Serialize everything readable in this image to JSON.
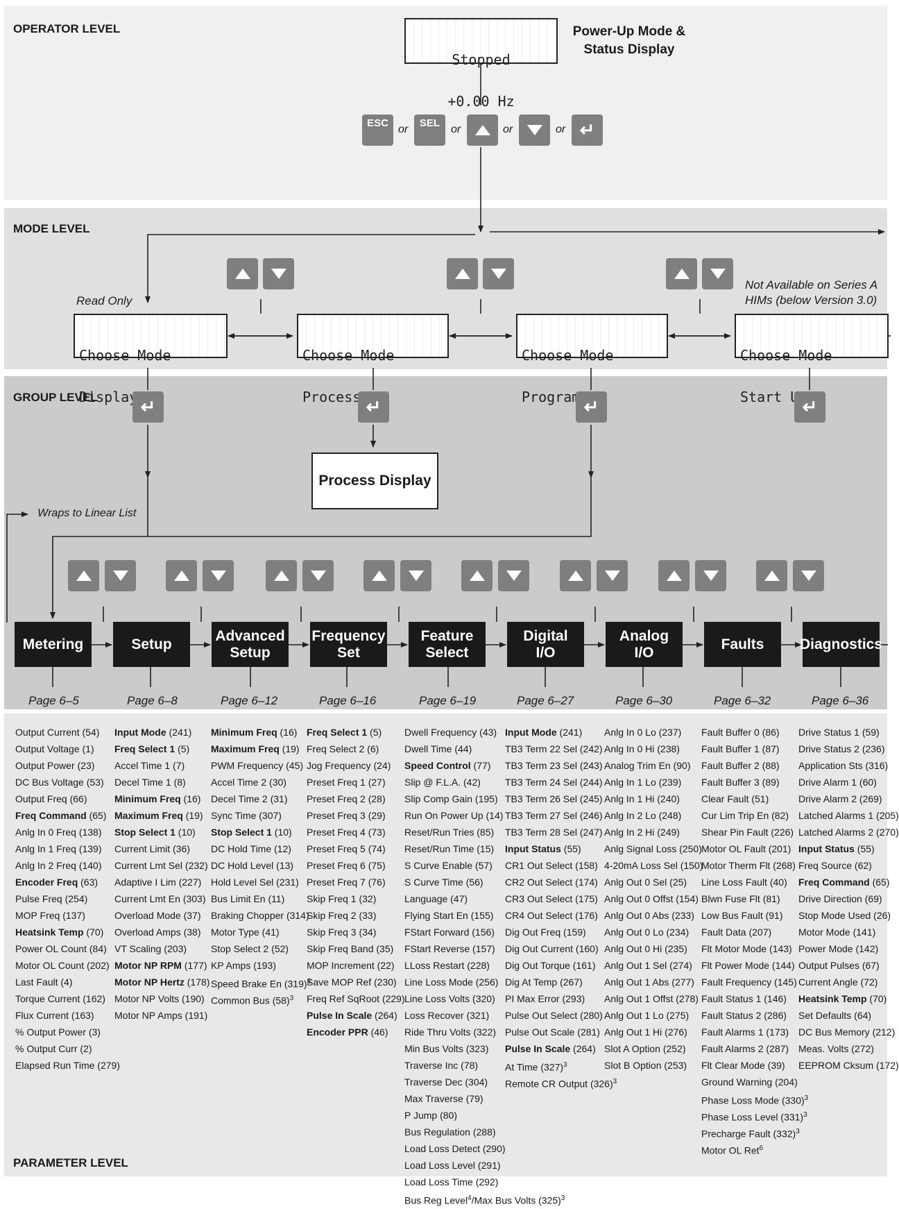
{
  "levels": {
    "operator": "OPERATOR LEVEL",
    "mode": "MODE LEVEL",
    "group": "GROUP LEVEL",
    "parameter": "PARAMETER LEVEL"
  },
  "status_display": {
    "line1": "Stopped",
    "line2": "+0.00 Hz",
    "caption_line1": "Power-Up Mode &",
    "caption_line2": "Status Display"
  },
  "keys": {
    "esc": "ESC",
    "sel": "SEL",
    "or": "or",
    "enter": "↵"
  },
  "modes": [
    {
      "line1": "Choose Mode",
      "line2": "Display"
    },
    {
      "line1": "Choose Mode",
      "line2": "Process"
    },
    {
      "line1": "Choose Mode",
      "line2": "Program"
    },
    {
      "line1": "Choose Mode",
      "line2": "Start Up"
    }
  ],
  "annotations": {
    "read_only": "Read Only",
    "series_a_line1": "Not Available on Series A",
    "series_a_line2": "HIMs (below Version 3.0)",
    "wraps": "Wraps to Linear List",
    "process_display": "Process Display"
  },
  "groups": [
    {
      "name": "Metering",
      "page": "Page 6–5"
    },
    {
      "name": "Setup",
      "page": "Page 6–8"
    },
    {
      "name": "Advanced Setup",
      "page": "Page 6–12"
    },
    {
      "name": "Frequency Set",
      "page": "Page 6–16"
    },
    {
      "name": "Feature Select",
      "page": "Page 6–19"
    },
    {
      "name": "Digital I/O",
      "page": "Page 6–27"
    },
    {
      "name": "Analog I/O",
      "page": "Page 6–30"
    },
    {
      "name": "Faults",
      "page": "Page 6–32"
    },
    {
      "name": "Diagnostics",
      "page": "Page 6–36"
    }
  ],
  "parameters": [
    [
      {
        "t": "Output Current (54)"
      },
      {
        "t": "Output Voltage (1)"
      },
      {
        "t": "Output Power (23)"
      },
      {
        "t": "DC Bus Voltage (53)"
      },
      {
        "t": "Output Freq (66)"
      },
      {
        "t": "Freq Command",
        "n": "(65)",
        "b": true
      },
      {
        "t": "Anlg In 0 Freq (138)"
      },
      {
        "t": "Anlg In 1 Freq (139)"
      },
      {
        "t": "Anlg In 2 Freq (140)"
      },
      {
        "t": "Encoder Freq",
        "n": "(63)",
        "b": true
      },
      {
        "t": "Pulse Freq (254)"
      },
      {
        "t": "MOP Freq (137)"
      },
      {
        "t": "Heatsink Temp",
        "n": "(70)",
        "b": true
      },
      {
        "t": "Power OL Count (84)"
      },
      {
        "t": "Motor OL Count (202)"
      },
      {
        "t": "Last Fault (4)"
      },
      {
        "t": "Torque Current (162)"
      },
      {
        "t": "Flux Current (163)"
      },
      {
        "t": "% Output Power (3)"
      },
      {
        "t": "% Output Curr (2)"
      },
      {
        "t": "Elapsed Run Time (279)"
      }
    ],
    [
      {
        "t": "Input Mode",
        "n": "(241)",
        "b": true
      },
      {
        "t": "Freq Select 1",
        "n": "(5)",
        "b": true
      },
      {
        "t": "Accel Time 1 (7)"
      },
      {
        "t": "Decel Time 1 (8)"
      },
      {
        "t": "Minimum Freq",
        "n": "(16)",
        "b": true
      },
      {
        "t": "Maximum Freq",
        "n": "(19)",
        "b": true
      },
      {
        "t": "Stop Select 1",
        "n": "(10)",
        "b": true
      },
      {
        "t": "Current Limit (36)"
      },
      {
        "t": "Current Lmt Sel (232)"
      },
      {
        "t": "Adaptive I Lim (227)"
      },
      {
        "t": "Current Lmt En (303)"
      },
      {
        "t": "Overload Mode (37)"
      },
      {
        "t": "Overload Amps (38)"
      },
      {
        "t": "VT Scaling (203)"
      },
      {
        "t": "Motor NP RPM",
        "n": "(177)",
        "b": true
      },
      {
        "t": "Motor NP Hertz",
        "n": "(178)",
        "b": true
      },
      {
        "t": "Motor NP Volts (190)"
      },
      {
        "t": "Motor NP Amps (191)"
      }
    ],
    [
      {
        "t": "Minimum Freq",
        "n": "(16)",
        "b": true
      },
      {
        "t": "Maximum Freq",
        "n": "(19)",
        "b": true
      },
      {
        "t": "PWM Frequency (45)"
      },
      {
        "t": "Accel Time 2 (30)"
      },
      {
        "t": "Decel Time 2 (31)"
      },
      {
        "t": "Sync Time (307)"
      },
      {
        "t": "Stop Select 1",
        "n": "(10)",
        "b": true
      },
      {
        "t": "DC Hold Time (12)"
      },
      {
        "t": "DC Hold Level (13)"
      },
      {
        "t": "Hold Level Sel (231)"
      },
      {
        "t": "Bus Limit En (11)"
      },
      {
        "t": "Braking Chopper (314)"
      },
      {
        "t": "Motor Type (41)"
      },
      {
        "t": "Stop Select 2 (52)"
      },
      {
        "t": "KP Amps (193)"
      },
      {
        "t": "Speed Brake En (319)",
        "s": "3"
      },
      {
        "t": "Common Bus (58)",
        "s": "3"
      }
    ],
    [
      {
        "t": "Freq Select 1",
        "n": "(5)",
        "b": true
      },
      {
        "t": "Freq Select 2 (6)"
      },
      {
        "t": "Jog Frequency (24)"
      },
      {
        "t": "Preset Freq 1 (27)"
      },
      {
        "t": "Preset Freq 2 (28)"
      },
      {
        "t": "Preset Freq 3 (29)"
      },
      {
        "t": "Preset Freq 4 (73)"
      },
      {
        "t": "Preset Freq 5 (74)"
      },
      {
        "t": "Preset Freq 6 (75)"
      },
      {
        "t": "Preset Freq 7 (76)"
      },
      {
        "t": "Skip Freq 1 (32)"
      },
      {
        "t": "Skip Freq 2 (33)"
      },
      {
        "t": "Skip Freq 3 (34)"
      },
      {
        "t": "Skip Freq Band (35)"
      },
      {
        "t": "MOP Increment (22)"
      },
      {
        "t": "Save MOP Ref (230)"
      },
      {
        "t": "Freq Ref SqRoot (229)"
      },
      {
        "t": "Pulse In Scale",
        "n": "(264)",
        "b": true
      },
      {
        "t": "Encoder PPR",
        "n": "(46)",
        "b": true
      }
    ],
    [
      {
        "t": "Dwell Frequency (43)"
      },
      {
        "t": "Dwell Time (44)"
      },
      {
        "t": "Speed Control",
        "n": "(77)",
        "b": true
      },
      {
        "t": "Slip @ F.L.A. (42)"
      },
      {
        "t": "Slip Comp Gain (195)"
      },
      {
        "t": "Run On Power Up (14)"
      },
      {
        "t": "Reset/Run Tries (85)"
      },
      {
        "t": "Reset/Run Time (15)"
      },
      {
        "t": "S Curve Enable (57)"
      },
      {
        "t": "S Curve Time (56)"
      },
      {
        "t": "Language (47)"
      },
      {
        "t": "Flying Start En (155)"
      },
      {
        "t": "FStart Forward (156)"
      },
      {
        "t": "FStart Reverse (157)"
      },
      {
        "t": "LLoss Restart (228)"
      },
      {
        "t": "Line Loss Mode (256)"
      },
      {
        "t": "Line Loss Volts (320)"
      },
      {
        "t": "Loss Recover (321)"
      },
      {
        "t": "Ride Thru Volts (322)"
      },
      {
        "t": "Min Bus Volts (323)"
      },
      {
        "t": "Traverse Inc (78)"
      },
      {
        "t": "Traverse Dec (304)"
      },
      {
        "t": "Max Traverse (79)"
      },
      {
        "t": "P Jump (80)"
      },
      {
        "t": "Bus Regulation (288)"
      },
      {
        "t": "Load Loss Detect (290)"
      },
      {
        "t": "Load Loss Level (291)"
      },
      {
        "t": "Load Loss Time (292)"
      },
      {
        "t": "Bus Reg Level",
        "s": "4",
        "t2": "/Max Bus Volts (325)",
        "s2": "3"
      }
    ],
    [
      {
        "t": "Input Mode",
        "n": "(241)",
        "b": true
      },
      {
        "t": "TB3 Term 22 Sel (242)"
      },
      {
        "t": "TB3 Term 23 Sel (243)"
      },
      {
        "t": "TB3 Term 24 Sel (244)"
      },
      {
        "t": "TB3 Term 26 Sel (245)"
      },
      {
        "t": "TB3 Term 27 Sel (246)"
      },
      {
        "t": "TB3 Term 28 Sel (247)"
      },
      {
        "t": "Input Status",
        "n": "(55)",
        "b": true
      },
      {
        "t": "CR1 Out Select (158)"
      },
      {
        "t": "CR2 Out Select (174)"
      },
      {
        "t": "CR3 Out Select (175)"
      },
      {
        "t": "CR4 Out Select (176)"
      },
      {
        "t": "Dig Out Freq (159)"
      },
      {
        "t": "Dig Out Current (160)"
      },
      {
        "t": "Dig Out Torque (161)"
      },
      {
        "t": "Dig At Temp (267)"
      },
      {
        "t": "PI Max Error (293)"
      },
      {
        "t": "Pulse Out Select (280)"
      },
      {
        "t": "Pulse Out Scale (281)"
      },
      {
        "t": "Pulse In Scale",
        "n": "(264)",
        "b": true
      },
      {
        "t": "At Time (327)",
        "s": "3"
      },
      {
        "t": "Remote CR Output (326)",
        "s": "3"
      }
    ],
    [
      {
        "t": "Anlg In 0 Lo (237)"
      },
      {
        "t": "Anlg In 0 Hi (238)"
      },
      {
        "t": "Analog Trim En (90)"
      },
      {
        "t": "Anlg In 1 Lo (239)"
      },
      {
        "t": "Anlg In 1 Hi (240)"
      },
      {
        "t": "Anlg In 2 Lo (248)"
      },
      {
        "t": "Anlg In 2 Hi (249)"
      },
      {
        "t": "Anlg Signal Loss (250)"
      },
      {
        "t": "4-20mA Loss Sel (150)"
      },
      {
        "t": "Anlg Out 0 Sel (25)"
      },
      {
        "t": "Anlg Out 0 Offst (154)"
      },
      {
        "t": "Anlg Out 0 Abs (233)"
      },
      {
        "t": "Anlg Out 0 Lo (234)"
      },
      {
        "t": "Anlg Out 0 Hi (235)"
      },
      {
        "t": "Anlg Out 1 Sel (274)"
      },
      {
        "t": "Anlg Out 1 Abs (277)"
      },
      {
        "t": "Anlg Out 1 Offst (278)"
      },
      {
        "t": "Anlg Out 1 Lo (275)"
      },
      {
        "t": "Anlg Out 1 Hi (276)"
      },
      {
        "t": "Slot A Option (252)"
      },
      {
        "t": "Slot B Option (253)"
      }
    ],
    [
      {
        "t": "Fault Buffer 0 (86)"
      },
      {
        "t": "Fault Buffer 1 (87)"
      },
      {
        "t": "Fault Buffer 2 (88)"
      },
      {
        "t": "Fault Buffer 3 (89)"
      },
      {
        "t": "Clear Fault (51)"
      },
      {
        "t": "Cur Lim Trip En (82)"
      },
      {
        "t": "Shear Pin Fault (226)"
      },
      {
        "t": "Motor OL Fault (201)"
      },
      {
        "t": "Motor Therm Flt (268)"
      },
      {
        "t": "Line Loss Fault (40)"
      },
      {
        "t": "Blwn Fuse Flt (81)"
      },
      {
        "t": "Low Bus Fault (91)"
      },
      {
        "t": "Fault Data (207)"
      },
      {
        "t": "Flt Motor Mode (143)"
      },
      {
        "t": "Flt Power Mode (144)"
      },
      {
        "t": "Fault Frequency (145)"
      },
      {
        "t": "Fault Status 1 (146)"
      },
      {
        "t": "Fault Status 2 (286)"
      },
      {
        "t": "Fault Alarms 1 (173)"
      },
      {
        "t": "Fault Alarms 2 (287)"
      },
      {
        "t": "Flt Clear Mode (39)"
      },
      {
        "t": "Ground Warning (204)"
      },
      {
        "t": "Phase Loss Mode (330)",
        "s": "3"
      },
      {
        "t": "Phase Loss Level (331)",
        "s": "3"
      },
      {
        "t": "Precharge Fault (332)",
        "s": "3"
      },
      {
        "t": "Motor OL Ret",
        "s": "6"
      }
    ],
    [
      {
        "t": "Drive Status 1 (59)"
      },
      {
        "t": "Drive Status 2 (236)"
      },
      {
        "t": "Application Sts (316)"
      },
      {
        "t": "Drive Alarm 1 (60)"
      },
      {
        "t": "Drive Alarm 2 (269)"
      },
      {
        "t": "Latched Alarms 1 (205)"
      },
      {
        "t": "Latched Alarms 2 (270)"
      },
      {
        "t": "Input Status",
        "n": "(55)",
        "b": true
      },
      {
        "t": "Freq Source (62)"
      },
      {
        "t": "Freq Command",
        "n": "(65)",
        "b": true
      },
      {
        "t": "Drive Direction (69)"
      },
      {
        "t": "Stop Mode Used (26)"
      },
      {
        "t": "Motor Mode (141)"
      },
      {
        "t": "Power Mode (142)"
      },
      {
        "t": "Output Pulses (67)"
      },
      {
        "t": "Current Angle (72)"
      },
      {
        "t": "Heatsink Temp",
        "n": "(70)",
        "b": true
      },
      {
        "t": "Set Defaults (64)"
      },
      {
        "t": "DC Bus Memory (212)"
      },
      {
        "t": "Meas. Volts (272)"
      },
      {
        "t": "EEPROM Cksum (172)"
      }
    ]
  ],
  "colors": {
    "operator_bg": "#f0f0f0",
    "mode_bg": "#e0e0e0",
    "group_bg": "#cbcbcb",
    "param_bg": "#e8e8e8",
    "key": "#7f7f7f",
    "group_box": "#1a1a1a"
  }
}
